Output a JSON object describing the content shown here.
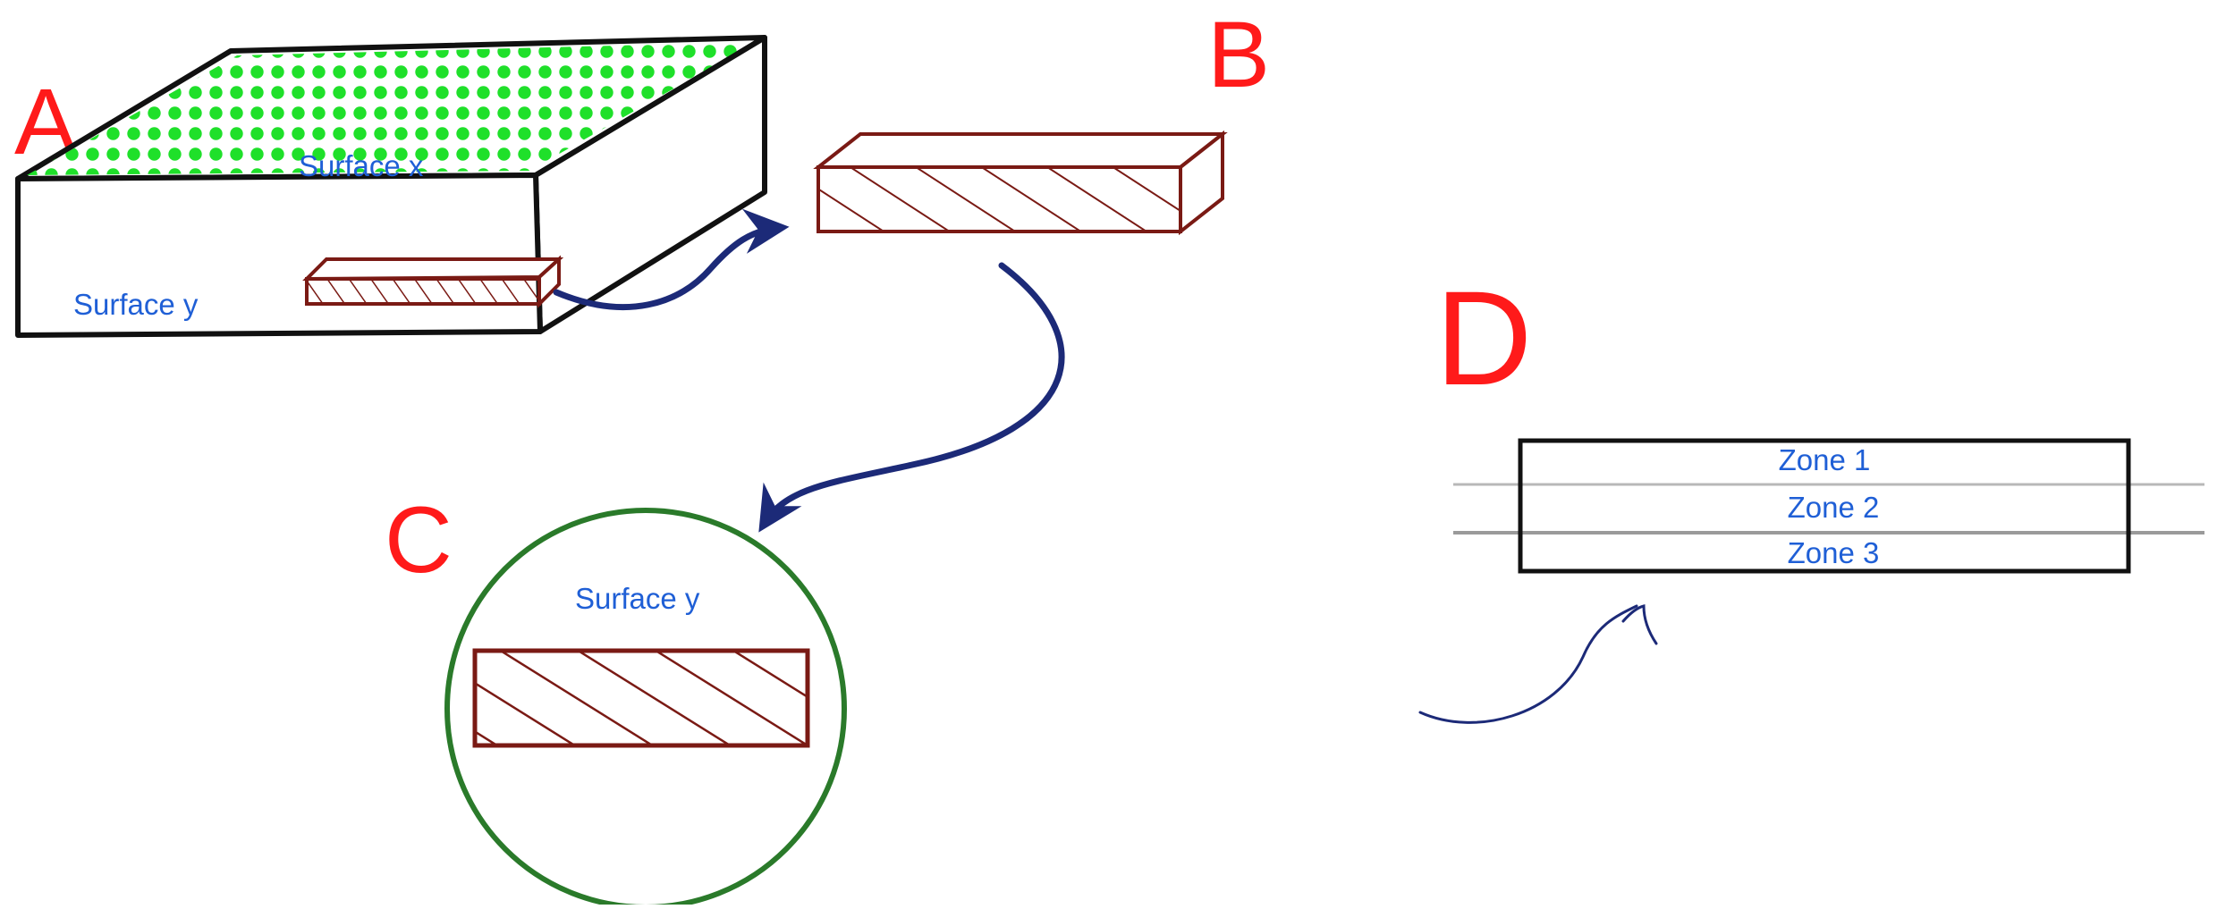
{
  "panels": {
    "a": {
      "letter": "A",
      "surface_top_label": "Surface x",
      "surface_side_label": "Surface y"
    },
    "b": {
      "letter": "B"
    },
    "c": {
      "letter": "C",
      "surface_label": "Surface y"
    },
    "d": {
      "letter": "D",
      "zones": [
        "Zone 1",
        "Zone 2",
        "Zone 3"
      ]
    }
  },
  "colors": {
    "panel_letter": "#ff1a1a",
    "label_text": "#1f5fd6",
    "dots": "#1fe02a",
    "sample": "#7a1a14",
    "arrow": "#1c2a78",
    "circle": "#2a7a2a",
    "outline": "#111111",
    "zone_lines": "#b8b8b8"
  }
}
